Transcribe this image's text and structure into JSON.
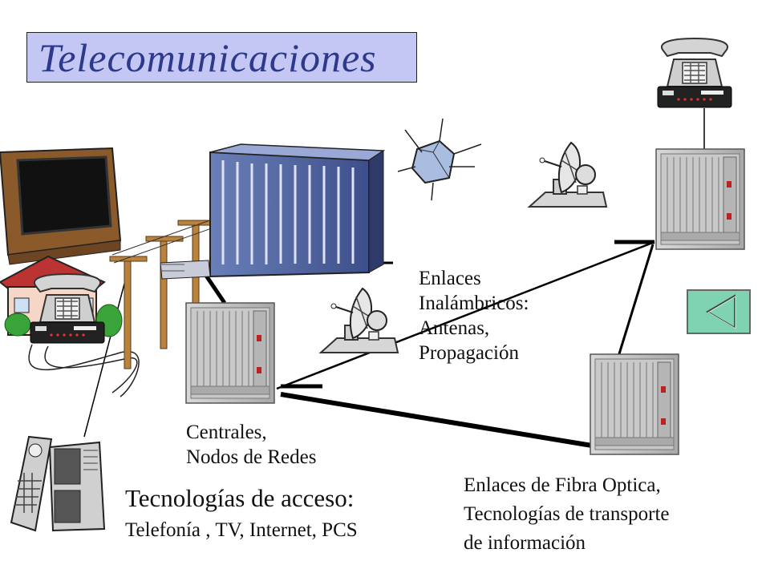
{
  "title": "Telecomunicaciones",
  "labels": {
    "wireless": [
      "Enlaces",
      "Inalámbricos:",
      "Antenas,",
      "Propagación"
    ],
    "centrals": [
      "Centrales,",
      "Nodos de Redes"
    ],
    "fiber": [
      "Enlaces de Fibra Optica,",
      "Tecnologías de transporte",
      "de información"
    ],
    "access_title": "Tecnologías de acceso:",
    "access_items": "Telefonía , TV, Internet, PCS"
  },
  "nav": {
    "icon": "triangle-left-icon",
    "color": "#7fd3b0"
  }
}
